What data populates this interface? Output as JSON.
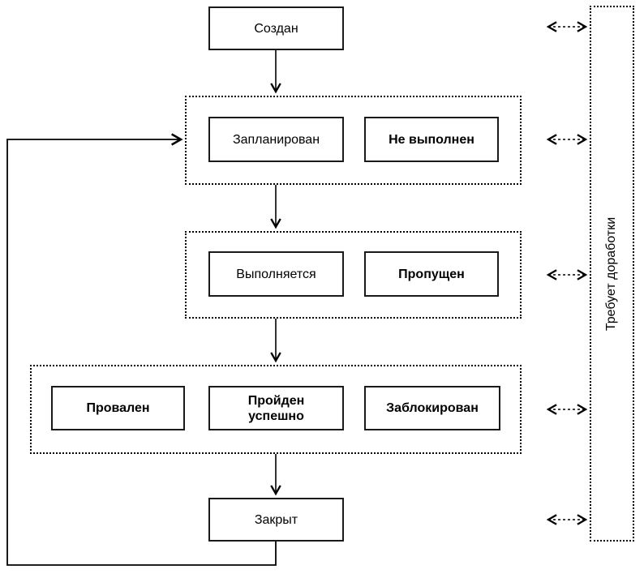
{
  "diagram": {
    "type": "flowchart",
    "language": "ru",
    "nodes": {
      "created": "Создан",
      "scheduled": "Запланирован",
      "not_executed": "Не выполнен",
      "executing": "Выполняется",
      "skipped": "Пропущен",
      "failed": "Провален",
      "passed": "Пройден успешно",
      "blocked": "Заблокирован",
      "closed": "Закрыт",
      "rework": "Требует доработки"
    },
    "bold_nodes": [
      "not_executed",
      "skipped",
      "failed",
      "passed",
      "blocked"
    ],
    "groups": [
      {
        "name": "planned-group",
        "members": [
          "scheduled",
          "not_executed"
        ]
      },
      {
        "name": "running-group",
        "members": [
          "executing",
          "skipped"
        ]
      },
      {
        "name": "result-group",
        "members": [
          "failed",
          "passed",
          "blocked"
        ]
      }
    ],
    "edges": [
      {
        "from": "created",
        "to": "planned-group",
        "style": "solid-arrow"
      },
      {
        "from": "planned-group",
        "to": "running-group",
        "style": "solid-arrow"
      },
      {
        "from": "running-group",
        "to": "result-group",
        "style": "solid-arrow"
      },
      {
        "from": "result-group",
        "to": "closed",
        "style": "solid-arrow"
      },
      {
        "from": "closed",
        "to": "planned-group",
        "style": "solid-arrow-feedback-loop"
      },
      {
        "from": "created",
        "to": "rework",
        "style": "dashed-double-arrow"
      },
      {
        "from": "planned-group",
        "to": "rework",
        "style": "dashed-double-arrow"
      },
      {
        "from": "running-group",
        "to": "rework",
        "style": "dashed-double-arrow"
      },
      {
        "from": "result-group",
        "to": "rework",
        "style": "dashed-double-arrow"
      },
      {
        "from": "closed",
        "to": "rework",
        "style": "dashed-double-arrow"
      }
    ],
    "colors": {
      "background": "#ffffff",
      "line": "#000000",
      "box_border": "#1a1a1a",
      "text": "#000000"
    }
  }
}
